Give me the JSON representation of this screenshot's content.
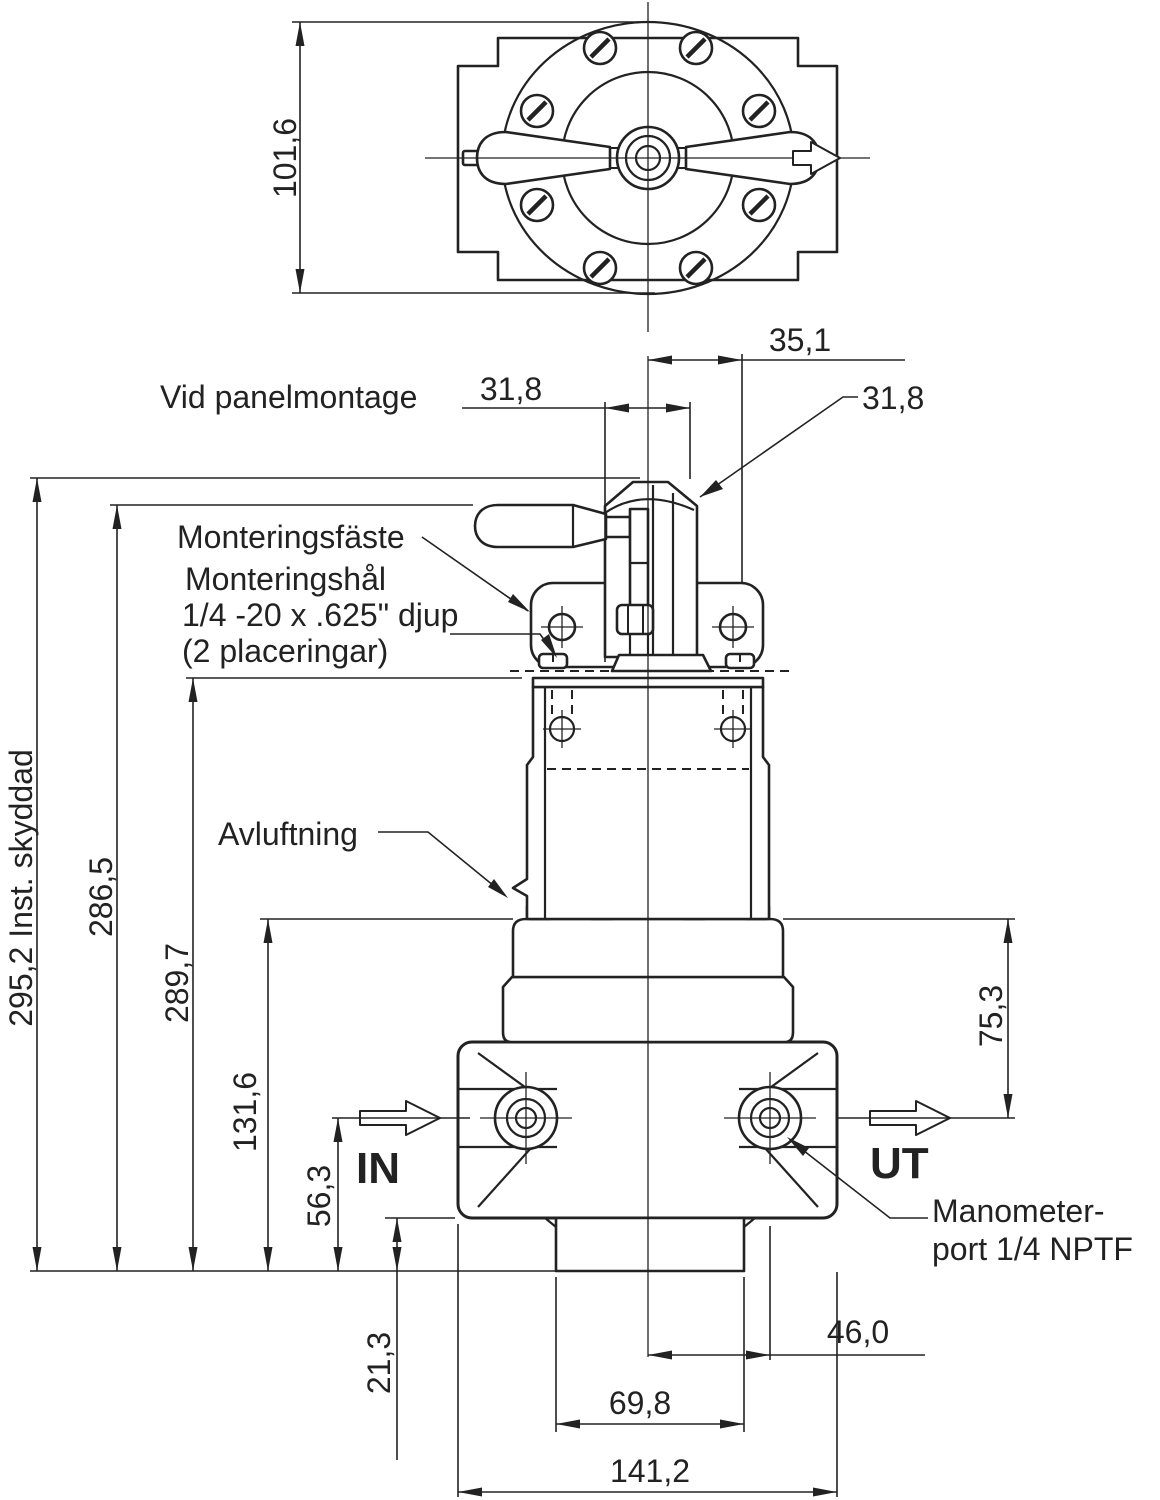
{
  "drawing": {
    "colors": {
      "line": "#222222",
      "background": "#ffffff"
    },
    "labels": {
      "panel_mount": "Vid panelmontage",
      "bracket": "Monteringsfäste",
      "hole_line1": "Monteringshål",
      "hole_line2": "1/4 -20 x .625\" djup",
      "hole_line3": "(2 placeringar)",
      "vent": "Avluftning",
      "inlet": "IN",
      "outlet": "UT",
      "gauge_line1": "Manometer-",
      "gauge_line2": "port 1/4 NPTF"
    },
    "dimensions": {
      "top_view_height": "101,6",
      "knob_offset": "35,1",
      "panel_hole_width": "31,8",
      "knob_diameter": "31,8",
      "protected_install_height": "295,2 Inst. skyddad",
      "height_to_lever": "286,5",
      "height_to_panel": "289,7",
      "body_assembly_height": "131,6",
      "port_centerline_height": "56,3",
      "boss_height": "21,3",
      "gauge_port_height": "75,3",
      "gauge_port_offset": "46,0",
      "boss_width": "69,8",
      "body_width": "141,2"
    }
  }
}
